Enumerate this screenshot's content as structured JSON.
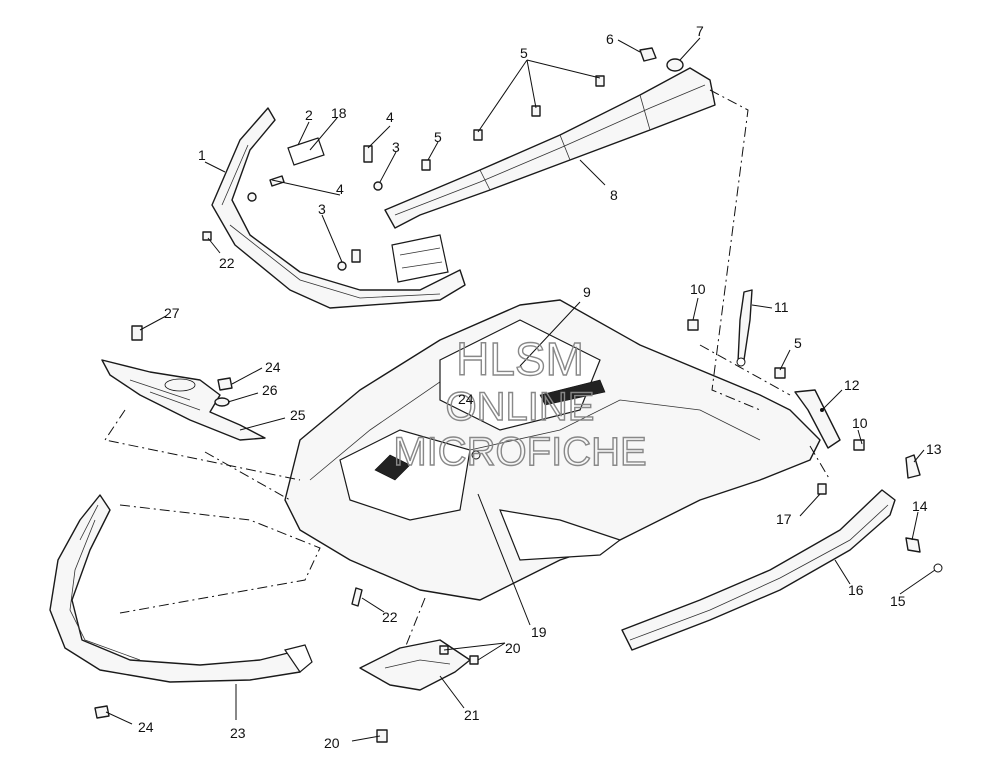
{
  "watermark": {
    "line1": "HLSM",
    "line2": "ONLINE",
    "line3": "MICROFICHE"
  },
  "callouts": [
    "1",
    "2",
    "3",
    "3",
    "4",
    "4",
    "5",
    "5",
    "5",
    "6",
    "7",
    "8",
    "9",
    "10",
    "10",
    "11",
    "12",
    "13",
    "14",
    "15",
    "16",
    "17",
    "18",
    "19",
    "20",
    "20",
    "21",
    "22",
    "22",
    "23",
    "24",
    "24",
    "24",
    "25",
    "26",
    "27"
  ],
  "colors": {
    "line": "#1a1a1a",
    "watermark": "#888888"
  }
}
